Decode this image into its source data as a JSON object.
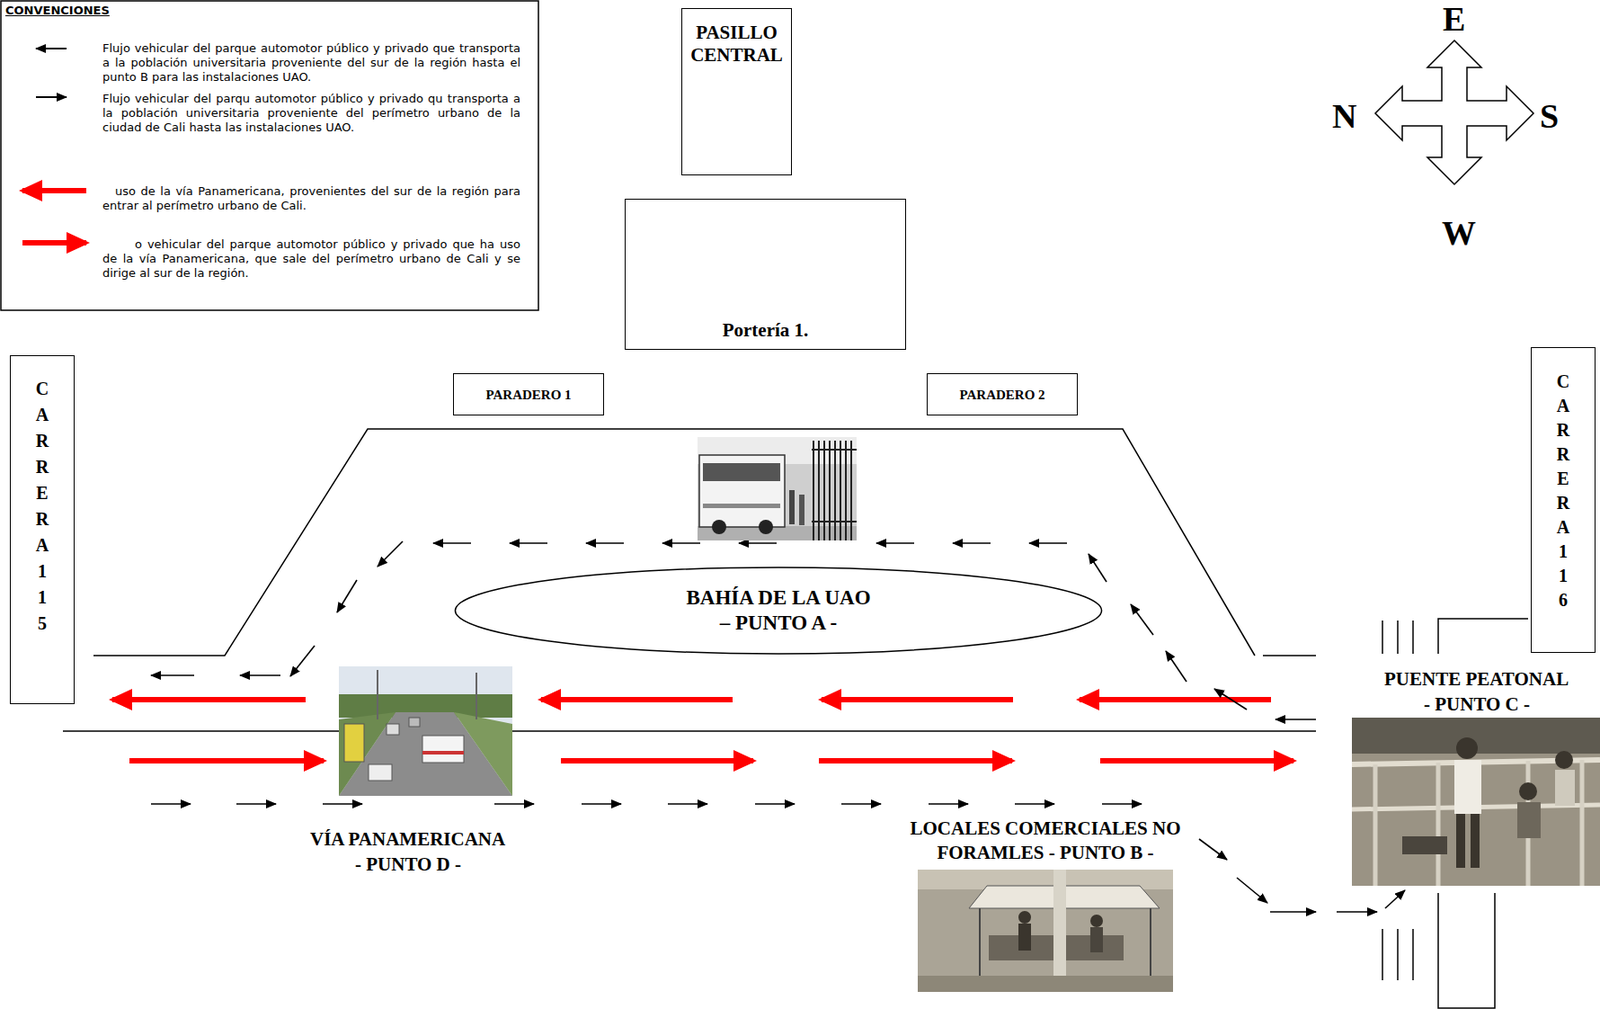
{
  "diagram": {
    "nodes": [
      {
        "text": [
          "PASILLO CENTRAL"
        ]
      },
      {
        "text": [
          "Portería 1."
        ]
      },
      {
        "text": [
          "PARADERO 1"
        ]
      },
      {
        "text": [
          "PARADERO 2"
        ]
      },
      {
        "text": [
          "CARRERA 115"
        ]
      },
      {
        "text": [
          "CARRERA 116"
        ]
      },
      {
        "text": [
          "BAHÍA DE LA UAO",
          "– PUNTO A -"
        ]
      }
    ],
    "labels": [
      "CONVENCIONES",
      "E",
      "N",
      "S",
      "W",
      "PUENTE PEATONAL",
      "- PUNTO C -",
      "VÍA PANAMERICANA",
      "- PUNTO D -",
      "LOCALES COMERCIALES NO FORAMLES - PUNTO B -"
    ],
    "legend": [
      {
        "text": "Flujo vehicular del parque automotor público y privado que transporta a la población universitaria proveniente del sur de la región hasta el punto B para las instalaciones UAO."
      },
      {
        "text": "Flujo vehicular del parqu automotor público y privado qu transporta a la población universitaria proveniente del perímetro urbano de la ciudad de Cali hasta las instalaciones UAO."
      },
      {
        "text": "uso de la vía Panamericana, provenientes del sur de la región para entrar al perímetro urbano de Cali."
      },
      {
        "text": "o vehicular del parque automotor público y privado que ha uso de la vía Panamericana, que sale del perímetro urbano de Cali y se dirige al sur de la región."
      }
    ]
  }
}
